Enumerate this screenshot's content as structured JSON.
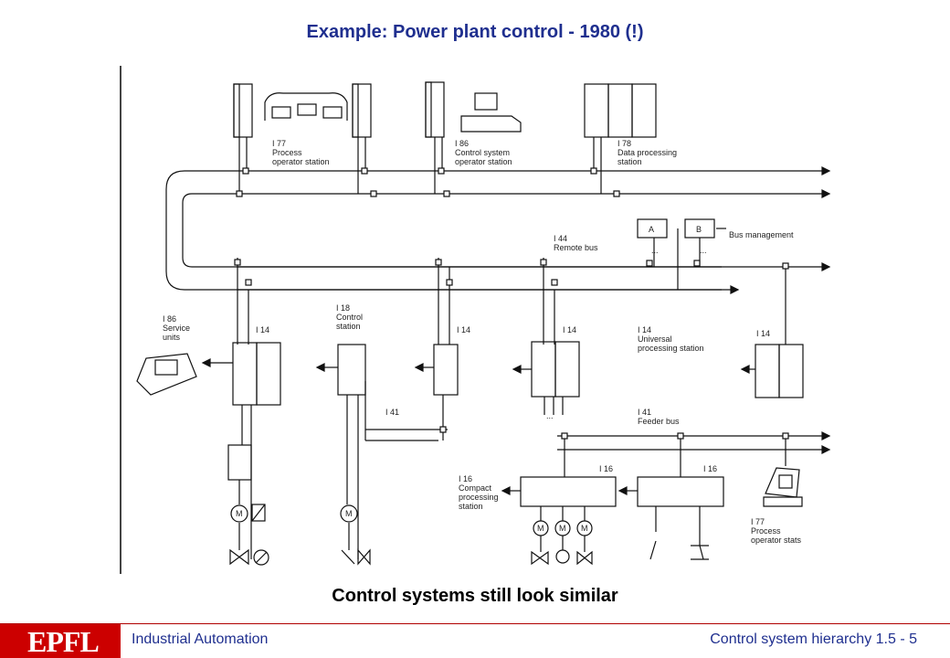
{
  "slide": {
    "title": "Example: Power plant control - 1980 (!)",
    "caption": "Control systems still look similar"
  },
  "footer": {
    "logo": "EPFL",
    "course": "Industrial Automation",
    "section": "Control system hierarchy 1.5 - 5"
  },
  "diagram": {
    "labels": {
      "process_op_station": [
        "I 77",
        "Process",
        "operator station"
      ],
      "control_op_station": [
        "I 86",
        "Control system",
        "operator station"
      ],
      "data_processing": [
        "I 78",
        "Data processing",
        "station"
      ],
      "remote_bus": [
        "I 44",
        "Remote bus"
      ],
      "bus_management": "Bus management",
      "bm_a": "A",
      "bm_b": "B",
      "service_units": [
        "I 86",
        "Service",
        "units"
      ],
      "control_station": [
        "I 18",
        "Control",
        "station"
      ],
      "i14_a": "I 14",
      "i14_b": "I 14",
      "i14_c": "I 14",
      "i14_d": "I 14",
      "universal_processing": [
        "I 14",
        "Universal",
        "processing station"
      ],
      "i41": "I 41",
      "feeder_bus": [
        "I 41",
        "Feeder bus"
      ],
      "compact_processing": [
        "I 16",
        "Compact",
        "processing",
        "station"
      ],
      "i16_a": "I 16",
      "i16_b": "I 16",
      "process_op_stats": [
        "I 77",
        "Process",
        "operator stats"
      ],
      "motor": "M"
    }
  }
}
